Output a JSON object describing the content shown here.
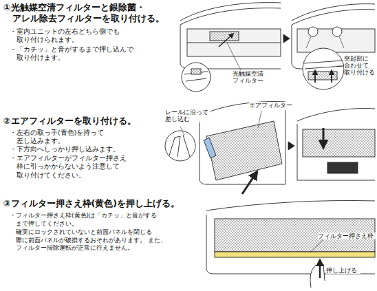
{
  "diagram": {
    "labels": [
      "①光触媒空清フィルターと銀除菌・ アレル除去フィルターを取り付ける。",
      "・室内ユニットの左右どちら側でも 取り付けられます。",
      "・「カチッ」と音がするまで押し込んで 取り付けます。",
      "光触媒空清 フィルター",
      "突起部に 合わせて 取り付ける",
      "②エアフィルターを取り付ける。",
      "・左右の取っ手(青色)を持って 差し込みます。",
      "・下方向へしっかり押し込みます。",
      "・エアフィルターがフィルター押さえ 枠に引っかからないよう注意して 取り付けてください。",
      "エアフィルター",
      "レールに沿って 差し込む",
      "③フィルター押さえ枠(黄色)を押し上げる。",
      "・フィルター押さえ枠(黄色)は「カチッ」と音がする まで押してください。",
      "確実にロックされていないと前面パネルを閉じる 際に前面パネルが破損するおそれがあります。 また、フィルター掃除運転が正常に行えません。",
      "フィルター押さえ枠",
      "押し上げる"
    ]
  }
}
